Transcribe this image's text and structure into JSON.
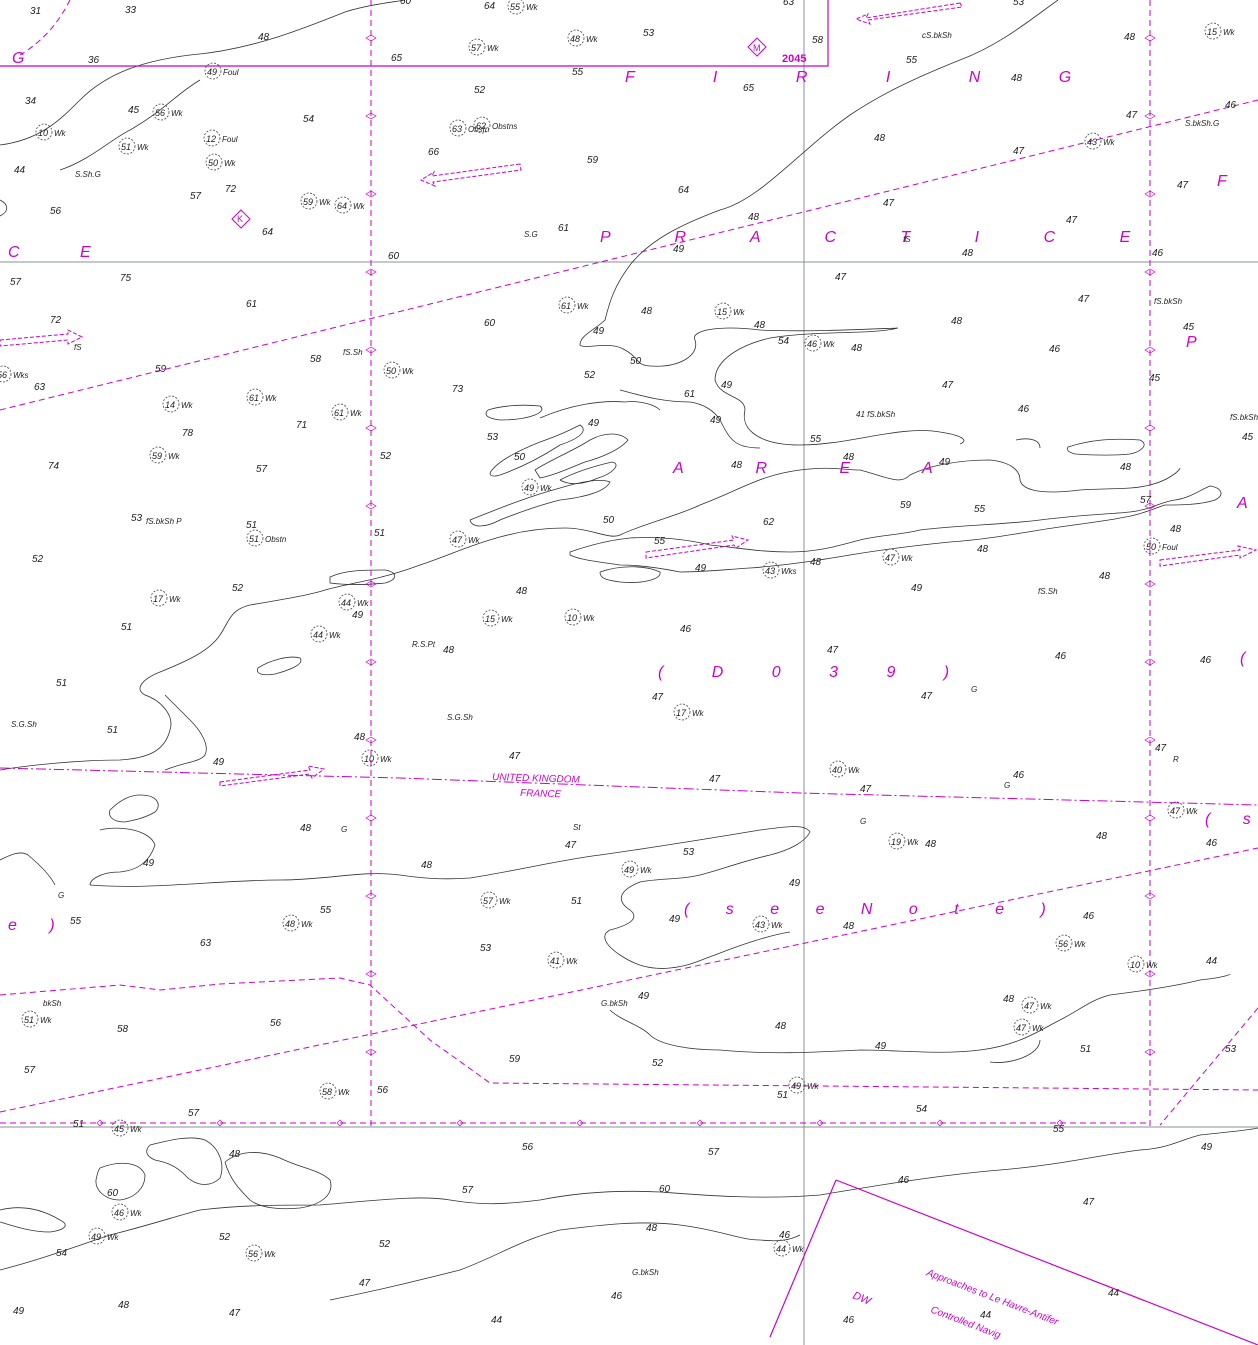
{
  "chart_number": "2045",
  "area_letters": {
    "firing": "F I R I N G",
    "practice": "P R A C T I C E",
    "area": "A R E A",
    "code": "( D 0 3 9 )",
    "see_note": "( s e e   N o t e )",
    "edge_left_top": "G",
    "edge_left_ce": "C E",
    "edge_left_e": "e )",
    "edge_right_f": "F",
    "edge_right_pr": "P R",
    "edge_right_a": "A",
    "edge_right_s": "( s",
    "edge_right_paren": "("
  },
  "boundary": {
    "uk": "UNITED KINGDOM",
    "fr": "FRANCE"
  },
  "dw": "DW",
  "approaches": {
    "line1": "Approaches to Le Havre-Antifer",
    "line2": "Controlled Navig"
  },
  "colors": {
    "magenta": "#cc00cc",
    "grid": "#8a8f99",
    "contour": "#333333",
    "ink": "#222222"
  },
  "icons": [
    "wreck-icon",
    "dashed-arrow-icon",
    "anchor-diamond-icon",
    "buoy-icon"
  ],
  "soundings": [
    [
      "31",
      30,
      14
    ],
    [
      "33",
      125,
      13
    ],
    [
      "60",
      400,
      4
    ],
    [
      "64",
      484,
      9
    ],
    [
      "63",
      783,
      5
    ],
    [
      "53",
      1013,
      5
    ],
    [
      "48",
      258,
      40
    ],
    [
      "36",
      88,
      63
    ],
    [
      "65",
      391,
      61
    ],
    [
      "53",
      643,
      36
    ],
    [
      "58",
      812,
      43
    ],
    [
      "48",
      1124,
      40
    ],
    [
      "34",
      25,
      104
    ],
    [
      "52",
      474,
      93
    ],
    [
      "55",
      572,
      75
    ],
    [
      "65",
      743,
      91
    ],
    [
      "55",
      906,
      63
    ],
    [
      "48",
      1011,
      81
    ],
    [
      "45",
      128,
      113
    ],
    [
      "54",
      303,
      122
    ],
    [
      "66",
      428,
      155
    ],
    [
      "59",
      587,
      163
    ],
    [
      "48",
      874,
      141
    ],
    [
      "47",
      1013,
      154
    ],
    [
      "47",
      1126,
      118
    ],
    [
      "46",
      1225,
      108
    ],
    [
      "44",
      14,
      173
    ],
    [
      "57",
      190,
      199
    ],
    [
      "72",
      225,
      192
    ],
    [
      "64",
      678,
      193
    ],
    [
      "47",
      883,
      206
    ],
    [
      "47",
      1177,
      188
    ],
    [
      "56",
      50,
      214
    ],
    [
      "64",
      262,
      235
    ],
    [
      "61",
      558,
      231
    ],
    [
      "48",
      748,
      220
    ],
    [
      "47",
      1066,
      223
    ],
    [
      "60",
      388,
      259
    ],
    [
      "49",
      673,
      252
    ],
    [
      "48",
      962,
      256
    ],
    [
      "46",
      1152,
      256
    ],
    [
      "57",
      10,
      285
    ],
    [
      "75",
      120,
      281
    ],
    [
      "47",
      835,
      280
    ],
    [
      "47",
      1078,
      302
    ],
    [
      "61",
      246,
      307
    ],
    [
      "60",
      484,
      326
    ],
    [
      "48",
      641,
      314
    ],
    [
      "48",
      754,
      328
    ],
    [
      "48",
      951,
      324
    ],
    [
      "45",
      1183,
      330
    ],
    [
      "72",
      50,
      323
    ],
    [
      "58",
      310,
      362
    ],
    [
      "49",
      593,
      334
    ],
    [
      "54",
      778,
      344
    ],
    [
      "48",
      851,
      351
    ],
    [
      "46",
      1049,
      352
    ],
    [
      "59",
      155,
      372
    ],
    [
      "50",
      630,
      364
    ],
    [
      "52",
      584,
      378
    ],
    [
      "45",
      1149,
      381
    ],
    [
      "63",
      34,
      390
    ],
    [
      "73",
      452,
      392
    ],
    [
      "49",
      721,
      388
    ],
    [
      "61",
      684,
      397
    ],
    [
      "47",
      942,
      388
    ],
    [
      "78",
      182,
      436
    ],
    [
      "71",
      296,
      428
    ],
    [
      "49",
      588,
      426
    ],
    [
      "49",
      710,
      423
    ],
    [
      "55",
      810,
      442
    ],
    [
      "46",
      1018,
      412
    ],
    [
      "45",
      1242,
      440
    ],
    [
      "74",
      48,
      469
    ],
    [
      "57",
      256,
      472
    ],
    [
      "52",
      380,
      459
    ],
    [
      "53",
      487,
      440
    ],
    [
      "50",
      514,
      460
    ],
    [
      "48",
      731,
      468
    ],
    [
      "48",
      843,
      460
    ],
    [
      "49",
      939,
      465
    ],
    [
      "48",
      1120,
      470
    ],
    [
      "53",
      131,
      521
    ],
    [
      "51",
      246,
      528
    ],
    [
      "51",
      374,
      536
    ],
    [
      "50",
      603,
      523
    ],
    [
      "62",
      763,
      525
    ],
    [
      "59",
      900,
      508
    ],
    [
      "55",
      974,
      512
    ],
    [
      "57",
      1140,
      503
    ],
    [
      "48",
      1170,
      532
    ],
    [
      "52",
      32,
      562
    ],
    [
      "55",
      654,
      544
    ],
    [
      "49",
      695,
      571
    ],
    [
      "48",
      810,
      565
    ],
    [
      "48",
      977,
      552
    ],
    [
      "48",
      1099,
      579
    ],
    [
      "52",
      232,
      591
    ],
    [
      "48",
      516,
      594
    ],
    [
      "49",
      911,
      591
    ],
    [
      "49",
      352,
      618
    ],
    [
      "51",
      121,
      630
    ],
    [
      "46",
      680,
      632
    ],
    [
      "48",
      443,
      653
    ],
    [
      "47",
      827,
      653
    ],
    [
      "46",
      1055,
      659
    ],
    [
      "46",
      1200,
      663
    ],
    [
      "51",
      56,
      686
    ],
    [
      "47",
      652,
      700
    ],
    [
      "47",
      921,
      699
    ],
    [
      "51",
      107,
      733
    ],
    [
      "48",
      354,
      740
    ],
    [
      "49",
      213,
      765
    ],
    [
      "47",
      509,
      759
    ],
    [
      "47",
      709,
      782
    ],
    [
      "47",
      860,
      792
    ],
    [
      "46",
      1013,
      778
    ],
    [
      "47",
      1155,
      751
    ],
    [
      "48",
      300,
      831
    ],
    [
      "48",
      421,
      868
    ],
    [
      "53",
      683,
      855
    ],
    [
      "47",
      565,
      848
    ],
    [
      "48",
      925,
      847
    ],
    [
      "48",
      1096,
      839
    ],
    [
      "46",
      1206,
      846
    ],
    [
      "49",
      143,
      866
    ],
    [
      "49",
      789,
      886
    ],
    [
      "51",
      571,
      904
    ],
    [
      "55",
      320,
      913
    ],
    [
      "49",
      669,
      922
    ],
    [
      "48",
      843,
      929
    ],
    [
      "46",
      1083,
      919
    ],
    [
      "55",
      70,
      924
    ],
    [
      "63",
      200,
      946
    ],
    [
      "53",
      480,
      951
    ],
    [
      "44",
      1206,
      964
    ],
    [
      "58",
      117,
      1032
    ],
    [
      "56",
      270,
      1026
    ],
    [
      "49",
      638,
      999
    ],
    [
      "48",
      775,
      1029
    ],
    [
      "49",
      875,
      1049
    ],
    [
      "48",
      1003,
      1002
    ],
    [
      "51",
      1080,
      1052
    ],
    [
      "53",
      1225,
      1052
    ],
    [
      "57",
      24,
      1073
    ],
    [
      "59",
      509,
      1062
    ],
    [
      "52",
      652,
      1066
    ],
    [
      "56",
      377,
      1093
    ],
    [
      "51",
      777,
      1098
    ],
    [
      "54",
      916,
      1112
    ],
    [
      "57",
      188,
      1116
    ],
    [
      "51",
      73,
      1127
    ],
    [
      "55",
      1053,
      1132
    ],
    [
      "49",
      1201,
      1150
    ],
    [
      "48",
      229,
      1157
    ],
    [
      "56",
      522,
      1150
    ],
    [
      "57",
      708,
      1155
    ],
    [
      "60",
      107,
      1196
    ],
    [
      "57",
      462,
      1193
    ],
    [
      "60",
      659,
      1192
    ],
    [
      "47",
      1083,
      1205
    ],
    [
      "46",
      898,
      1183
    ],
    [
      "52",
      219,
      1240
    ],
    [
      "52",
      379,
      1247
    ],
    [
      "48",
      646,
      1231
    ],
    [
      "46",
      779,
      1238
    ],
    [
      "54",
      56,
      1256
    ],
    [
      "47",
      359,
      1286
    ],
    [
      "46",
      611,
      1299
    ],
    [
      "44",
      1108,
      1296
    ],
    [
      "49",
      13,
      1314
    ],
    [
      "48",
      118,
      1308
    ],
    [
      "47",
      229,
      1316
    ],
    [
      "44",
      491,
      1323
    ],
    [
      "44",
      980,
      1318
    ],
    [
      "46",
      843,
      1323
    ]
  ],
  "wrecks": [
    [
      "55",
      516,
      9,
      "Wk"
    ],
    [
      "57",
      477,
      50,
      "Wk"
    ],
    [
      "48",
      576,
      41,
      "Wk"
    ],
    [
      "49",
      213,
      74,
      "Foul"
    ],
    [
      "10",
      44,
      135,
      "Wk"
    ],
    [
      "56",
      161,
      115,
      "Wk"
    ],
    [
      "51",
      127,
      149,
      "Wk"
    ],
    [
      "12",
      212,
      141,
      "Foul"
    ],
    [
      "50",
      214,
      165,
      "Wk"
    ],
    [
      "63",
      458,
      131,
      "Obstn"
    ],
    [
      "62",
      482,
      128,
      "Obstns"
    ],
    [
      "59",
      309,
      204,
      "Wk"
    ],
    [
      "64",
      343,
      208,
      "Wk"
    ],
    [
      "15",
      1213,
      34,
      "Wk"
    ],
    [
      "43",
      1093,
      144,
      "Wk"
    ],
    [
      "61",
      567,
      308,
      "Wk"
    ],
    [
      "15",
      723,
      314,
      "Wk"
    ],
    [
      "46",
      813,
      346,
      "Wk"
    ],
    [
      "56",
      3,
      377,
      "Wks"
    ],
    [
      "50",
      392,
      373,
      "Wk"
    ],
    [
      "14",
      171,
      407,
      "Wk"
    ],
    [
      "61",
      255,
      400,
      "Wk"
    ],
    [
      "61",
      340,
      415,
      "Wk"
    ],
    [
      "59",
      158,
      458,
      "Wk"
    ],
    [
      "49",
      530,
      490,
      "Wk"
    ],
    [
      "51",
      255,
      541,
      "Obstn"
    ],
    [
      "47",
      458,
      542,
      "Wk"
    ],
    [
      "47",
      891,
      560,
      "Wk"
    ],
    [
      "43",
      771,
      573,
      "Wks"
    ],
    [
      "50",
      1152,
      549,
      "Foul"
    ],
    [
      "17",
      159,
      601,
      "Wk"
    ],
    [
      "44",
      347,
      605,
      "Wk"
    ],
    [
      "44",
      319,
      637,
      "Wk"
    ],
    [
      "15",
      491,
      621,
      "Wk"
    ],
    [
      "10",
      573,
      620,
      "Wk"
    ],
    [
      "17",
      682,
      715,
      "Wk"
    ],
    [
      "10",
      370,
      761,
      "Wk"
    ],
    [
      "40",
      838,
      772,
      "Wk"
    ],
    [
      "47",
      1176,
      813,
      "Wk"
    ],
    [
      "49",
      630,
      872,
      "Wk"
    ],
    [
      "19",
      897,
      844,
      "Wk"
    ],
    [
      "48",
      291,
      926,
      "Wk"
    ],
    [
      "57",
      489,
      903,
      "Wk"
    ],
    [
      "41",
      556,
      963,
      "Wk"
    ],
    [
      "43",
      761,
      927,
      "Wk"
    ],
    [
      "56",
      1064,
      946,
      "Wk"
    ],
    [
      "10",
      1136,
      967,
      "Wk"
    ],
    [
      "47",
      1030,
      1008,
      "Wk"
    ],
    [
      "47",
      1022,
      1030,
      "Wk"
    ],
    [
      "51",
      30,
      1022,
      "Wk"
    ],
    [
      "58",
      328,
      1094,
      "Wk"
    ],
    [
      "49",
      797,
      1088,
      "Wk"
    ],
    [
      "45",
      120,
      1131,
      "Wk"
    ],
    [
      "46",
      120,
      1215,
      "Wk"
    ],
    [
      "49",
      97,
      1239,
      "Wk"
    ],
    [
      "56",
      254,
      1256,
      "Wk"
    ],
    [
      "44",
      782,
      1251,
      "Wk"
    ]
  ],
  "labels": [
    [
      "S.Sh.G",
      75,
      177
    ],
    [
      "S.G",
      524,
      237
    ],
    [
      "fS",
      74,
      350
    ],
    [
      "fS.Sh",
      343,
      355
    ],
    [
      "cS.bkSh",
      922,
      38
    ],
    [
      "S.bkSh.G",
      1185,
      126
    ],
    [
      "fS",
      903,
      242
    ],
    [
      "fS.bkSh",
      1154,
      304
    ],
    [
      "41 fS.bkSh",
      856,
      417
    ],
    [
      "fS.bkSh",
      1230,
      420
    ],
    [
      "fS.bkSh P",
      146,
      524
    ],
    [
      "fS.Sh",
      1038,
      594
    ],
    [
      "R.S.Pt",
      412,
      647
    ],
    [
      "S.G.Sh",
      447,
      720
    ],
    [
      "S.G.Sh",
      11,
      727
    ],
    [
      "G",
      971,
      692
    ],
    [
      "R",
      1173,
      762
    ],
    [
      "G",
      1004,
      788
    ],
    [
      "G",
      341,
      832
    ],
    [
      "G",
      860,
      824
    ],
    [
      "St",
      573,
      830
    ],
    [
      "bkSh",
      43,
      1006
    ],
    [
      "G.bkSh",
      601,
      1006
    ],
    [
      "G.bkSh",
      632,
      1275
    ],
    [
      "G",
      58,
      898
    ]
  ]
}
